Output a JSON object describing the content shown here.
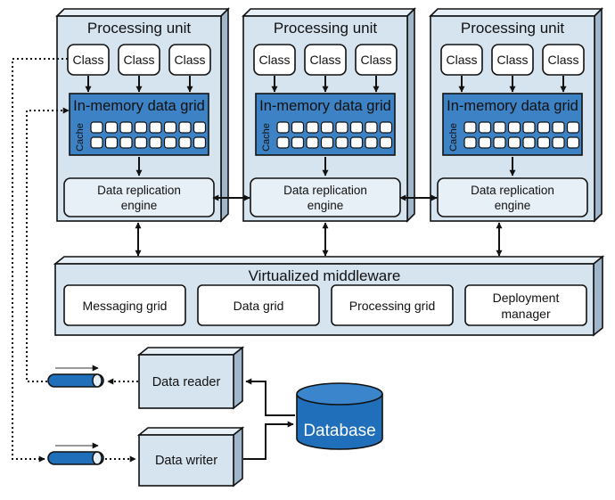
{
  "processing_unit_title": "Processing unit",
  "class_label": "Class",
  "data_grid_label": "In-memory data grid",
  "cache_label": "Cache",
  "replication_label_line1": "Data replication",
  "replication_label_line2": "engine",
  "middleware": {
    "title": "Virtualized middleware",
    "components": [
      {
        "line1": "Messaging grid",
        "line2": ""
      },
      {
        "line1": "Data grid",
        "line2": ""
      },
      {
        "line1": "Processing grid",
        "line2": ""
      },
      {
        "line1": "Deployment",
        "line2": "manager"
      }
    ]
  },
  "data_reader_label": "Data reader",
  "data_writer_label": "Data writer",
  "database_label": "Database",
  "colors": {
    "box_fill": "#d6e4f0",
    "box_side": "#9fb6cb",
    "box_top": "#e8f0f7",
    "grid_fill": "#3d82c4",
    "database_fill": "#1f6fba",
    "stroke": "#111111"
  }
}
